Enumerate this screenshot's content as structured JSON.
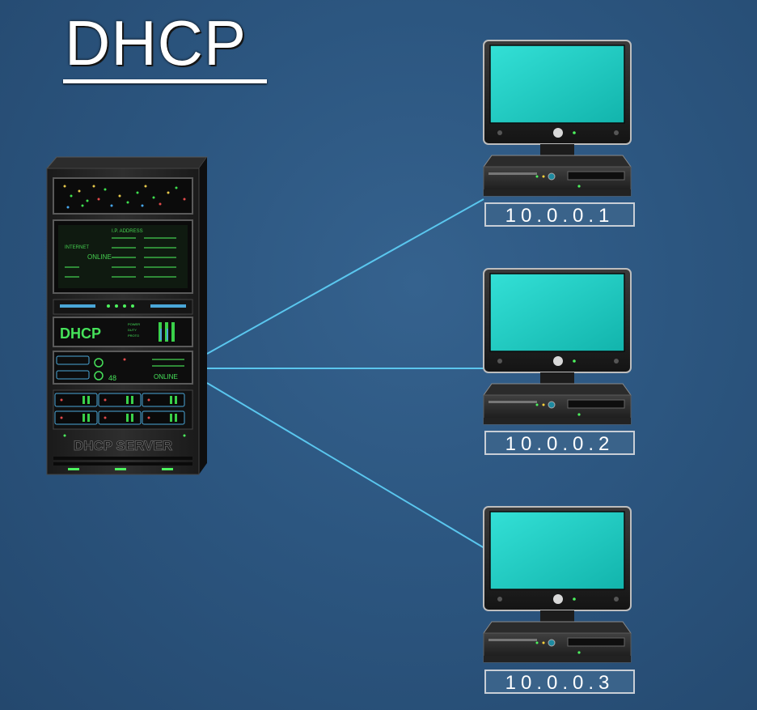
{
  "title": "DHCP",
  "server": {
    "panel_label": "DHCP",
    "footer_label": "DHCP SERVER",
    "status_text": "ONLINE",
    "status_text_2": "ONLINE",
    "internet_label": "INTERNET",
    "ip_header": "I.P. ADDRESS",
    "temp_value": "48",
    "panel_small_1": "POWER",
    "panel_small_2": "DUTY",
    "panel_small_3": "PROTO"
  },
  "clients": [
    {
      "ip": "10.0.0.1"
    },
    {
      "ip": "10.0.0.2"
    },
    {
      "ip": "10.0.0.3"
    }
  ],
  "colors": {
    "background": "#2c5680",
    "link_line": "#5ac6ee",
    "screen": "#1ecfc6",
    "led_green": "#39e24a"
  },
  "icons": {
    "server": "server-rack-icon",
    "computer": "desktop-computer-icon"
  }
}
